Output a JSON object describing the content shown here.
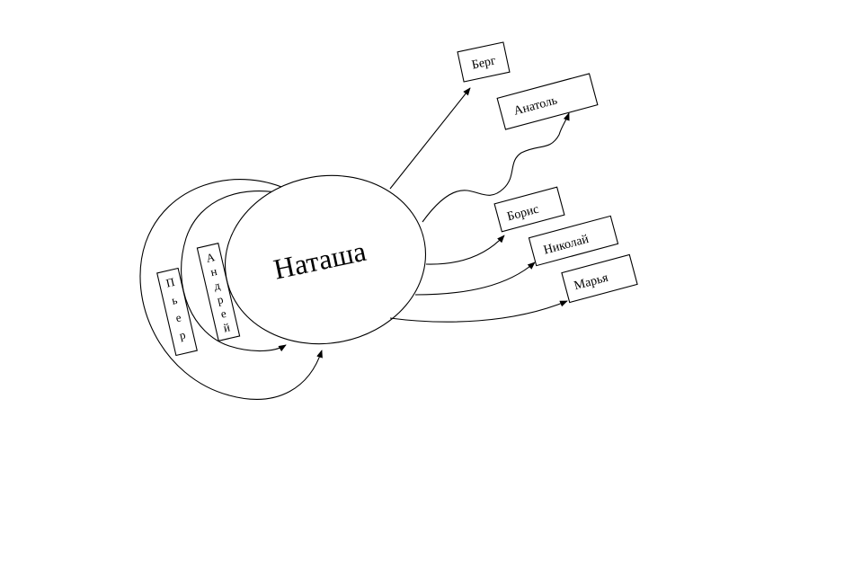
{
  "center": {
    "label": "Наташа"
  },
  "left_nodes": [
    {
      "id": "pierre",
      "label": "Пьер"
    },
    {
      "id": "andrei",
      "label": "Андрей"
    }
  ],
  "right_nodes": [
    {
      "id": "berg",
      "label": "Берг"
    },
    {
      "id": "anatole",
      "label": "Анатоль"
    },
    {
      "id": "boris",
      "label": "Борис"
    },
    {
      "id": "nikolai",
      "label": "Николай"
    },
    {
      "id": "marya",
      "label": "Марья"
    }
  ]
}
